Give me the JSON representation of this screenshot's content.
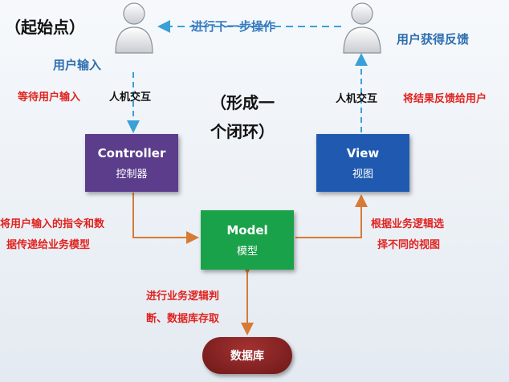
{
  "start_label": "（起始点）",
  "top_arrow_label": "进行下一步操作",
  "user_input": "用户输入",
  "user_feedback": "用户获得反馈",
  "hci_left": "人机交互",
  "hci_right": "人机交互",
  "wait_input": "等待用户输入",
  "feedback_result": "将结果反馈给用户",
  "closed_loop_line1": "（形成一",
  "closed_loop_line2": "个闭环）",
  "controller": {
    "title": "Controller",
    "subtitle": "控制器",
    "color": "#5b3d8c"
  },
  "view": {
    "title": "View",
    "subtitle": "视图",
    "color": "#1f5ab0"
  },
  "model": {
    "title": "Model",
    "subtitle": "模型",
    "color": "#1aa24a"
  },
  "database": {
    "title": "数据库",
    "color": "#7e1f1f"
  },
  "ctrl_to_model_line1": "将用户输入的指令和数",
  "ctrl_to_model_line2": "据传递给业务模型",
  "model_to_view_line1": "根据业务逻辑选",
  "model_to_view_line2": "择不同的视图",
  "model_db_line1": "进行业务逻辑判",
  "model_db_line2": "断、数据库存取",
  "colors": {
    "arrow_blue": "#3aa0d8",
    "arrow_orange": "#d77a35",
    "label_red": "#e0231f"
  }
}
